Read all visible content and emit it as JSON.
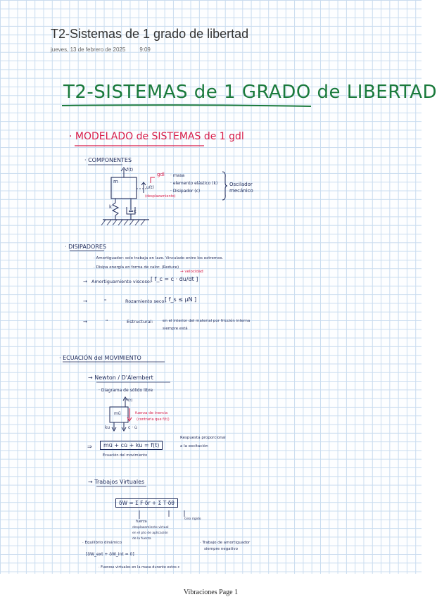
{
  "header": {
    "title": "T2-Sistemas de 1 grado de libertad",
    "date": "jueves, 13 de febrero de 2025",
    "time": "9:09"
  },
  "note": {
    "main_title": "T2-SISTEMAS de 1 GRADO de LIBERTAD",
    "section1": "· MODELADO de SISTEMAS de 1 gdl",
    "componentes": {
      "heading": "· COMPONENTES",
      "list": [
        "· masa",
        "· elemento elástico (k)",
        "· Disipador (c)"
      ],
      "brace_label": "Oscilador mecánico",
      "labels": {
        "m": "m",
        "f": "f(t)",
        "gdl": "gdl",
        "u": "u(t)",
        "desp": "(desplazamiento)",
        "k": "k",
        "c": "c"
      }
    },
    "disipadores": {
      "heading": "· DISIPADORES",
      "lines": [
        "· Amortiguador: solo trabaja en lazo. Vinculado entre los extremos.",
        "· Disipa energía en forma de calor. (Reduce)"
      ],
      "velocidad": "→ velocidad",
      "items": [
        {
          "arrow": "→",
          "label": "Amortiguamiento viscoso:",
          "formula": "[ f_c = c · du/dt ]"
        },
        {
          "arrow": "→",
          "dot": "\"",
          "label": "Rozamiento seco:",
          "formula": "[ f_s ≤ μN ]"
        },
        {
          "arrow": "→",
          "dot": "\"",
          "label": "Estructural:",
          "desc1": "en el interior del material por fricción interna",
          "desc2": "siempre está"
        }
      ]
    },
    "ecuacion": {
      "heading": "· ECUACIÓN del MOVIMIENTO",
      "newton": "→ Newton / D'Alembert",
      "diagrama": "· Diagrama de sólido libre",
      "fi": "f(t)",
      "mu": "mü",
      "fuerza": "fuerza de inercia",
      "fuerza2": "(contraria que f(t))",
      "ku": "ku",
      "cu": "c · u̇",
      "equation": "mü + cu̇ + ku = f(t)",
      "eq_label": "Ecuación del movimiento",
      "respuesta1": "Respuesta proporcional",
      "respuesta2": "a la excitación",
      "trabajos": "→ Trabajos Virtuales",
      "virtual_eq": "δW = Σ F·δr + Σ T·δθ",
      "fuerza_t": "fuerza",
      "desp_virtual1": "desplazamiento virtual",
      "desp_virtual2": "en el pto de aplicación",
      "desp_virtual3": "de la fuerza",
      "giro": "Giro rígido",
      "equilibrio": "· Equilibrio dinámico",
      "eq_din": "[δW_ext + δW_int = 0]",
      "trabajo_note1": "· Trabajo de amortiguador",
      "trabajo_note2": "siempre negativo",
      "fuerzas_virtuales": "· Fuerzas virtuales en la masa durante estos c"
    }
  },
  "footer": "Vibraciones Page 1"
}
